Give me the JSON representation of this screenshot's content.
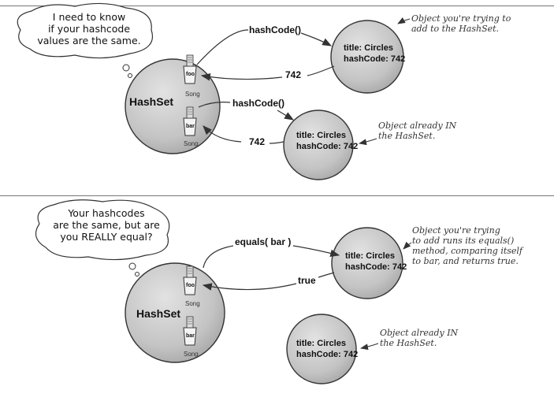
{
  "panels": {
    "top": {
      "thought_bubble": {
        "line1": "I need to know",
        "line2": "if your hashcode",
        "line3": "values are the same."
      },
      "hashset_label": "HashSet",
      "bucket_foo": {
        "cup_label": "foo",
        "song_label": "Song"
      },
      "bucket_bar": {
        "cup_label": "bar",
        "song_label": "Song"
      },
      "call1_label": "hashCode()",
      "return1_label": "742",
      "call2_label": "hashCode()",
      "return2_label": "742",
      "new_object": {
        "title": "title: Circles",
        "hashcode": "hashCode: 742"
      },
      "existing_object": {
        "title": "title: Circles",
        "hashcode": "hashCode: 742"
      },
      "note_new": {
        "line1": "Object you're trying to",
        "line2": "add to the HashSet."
      },
      "note_existing": {
        "line1": "Object already IN",
        "line2": "the HashSet."
      }
    },
    "bottom": {
      "thought_bubble": {
        "line1": "Your hashcodes",
        "line2": "are the same, but are",
        "line3": "you REALLY equal?"
      },
      "hashset_label": "HashSet",
      "bucket_foo": {
        "cup_label": "foo",
        "song_label": "Song"
      },
      "bucket_bar": {
        "cup_label": "bar",
        "song_label": "Song"
      },
      "call_label": "equals( bar )",
      "return_label": "true",
      "new_object": {
        "title": "title: Circles",
        "hashcode": "hashCode: 742"
      },
      "existing_object": {
        "title": "title: Circles",
        "hashcode": "hashCode: 742"
      },
      "note_new": {
        "line1": "Object you're trying",
        "line2": "to add runs its equals()",
        "line3": "method, comparing itself",
        "line4": "to bar, and returns true."
      },
      "note_existing": {
        "line1": "Object already IN",
        "line2": "the HashSet."
      }
    }
  },
  "colors": {
    "sphere_fill": "#c9c9c9",
    "sphere_stroke": "#333333",
    "rule": "#777777"
  }
}
